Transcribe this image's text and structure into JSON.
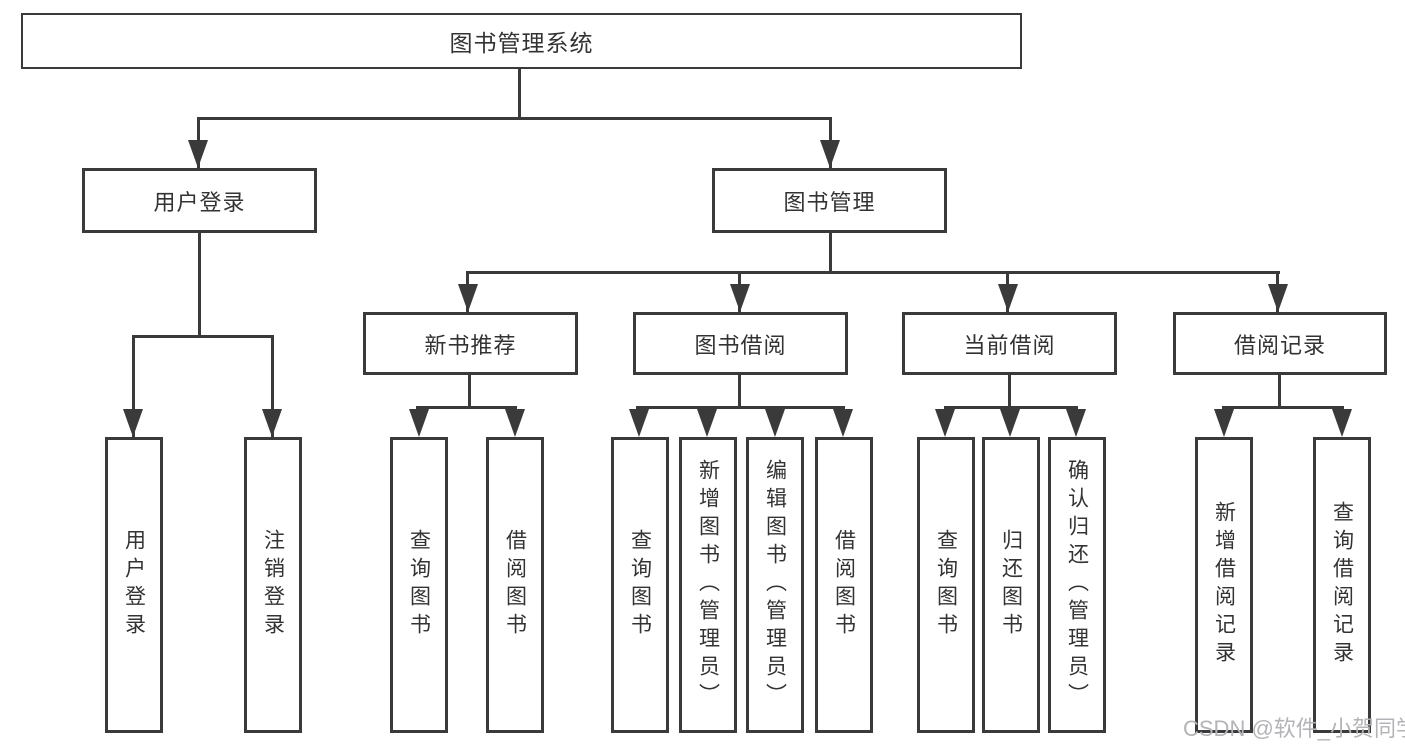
{
  "diagram": {
    "type": "hierarchy-tree",
    "root": {
      "label": "图书管理系统"
    },
    "branches": [
      {
        "label": "用户登录",
        "children": [
          "用户登录",
          "注销登录"
        ]
      },
      {
        "label": "图书管理",
        "children": [
          {
            "label": "新书推荐",
            "children": [
              "查询图书",
              "借阅图书"
            ]
          },
          {
            "label": "图书借阅",
            "children": [
              "查询图书",
              "新增图书（管理员）",
              "编辑图书（管理员）",
              "借阅图书"
            ]
          },
          {
            "label": "当前借阅",
            "children": [
              "查询图书",
              "归还图书",
              "确认归还（管理员）"
            ]
          },
          {
            "label": "借阅记录",
            "children": [
              "新增借阅记录",
              "查询借阅记录"
            ]
          }
        ]
      }
    ]
  },
  "watermark": "CSDN @软件_小贺同学",
  "colors": {
    "line": "#3a3a3a",
    "text": "#333333",
    "watermark": "#b4b4b8",
    "background": "#ffffff"
  }
}
